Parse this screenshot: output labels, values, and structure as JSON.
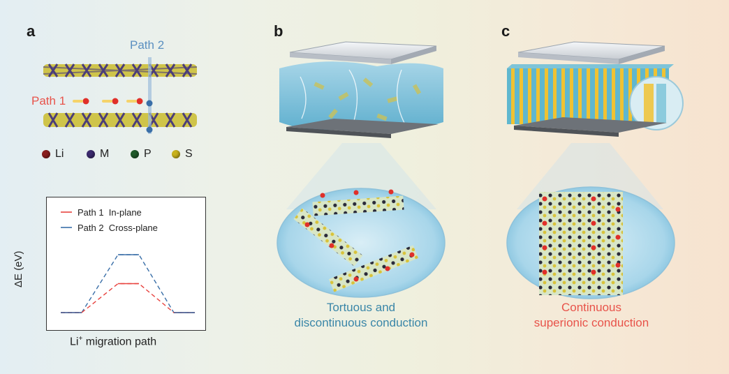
{
  "panels": {
    "a": {
      "letter": "a",
      "path1_label": "Path 1",
      "path2_label": "Path 2",
      "atoms": [
        {
          "symbol": "Li",
          "color": "#8a1e1e"
        },
        {
          "symbol": "M",
          "color": "#3b2a6e"
        },
        {
          "symbol": "P",
          "color": "#1f5a2a"
        },
        {
          "symbol": "S",
          "color": "#c8b21c"
        }
      ]
    },
    "b": {
      "letter": "b",
      "caption_line1": "Tortuous and",
      "caption_line2": "discontinuous conduction"
    },
    "c": {
      "letter": "c",
      "caption_line1": "Continuous",
      "caption_line2": "superionic conduction"
    }
  },
  "colors": {
    "path1": "#e8433f",
    "path2": "#3a6fa8",
    "caption_b": "#3a86a8",
    "caption_c": "#e8534a",
    "path2_label": "#5a8fc0",
    "path1_label": "#e8534a"
  },
  "chart_data": {
    "type": "line",
    "title": "",
    "xlabel_prefix": "Li",
    "xlabel_sup": "+",
    "xlabel_suffix": " migration path",
    "ylabel": "ΔE (eV)",
    "legend_position": "top-left",
    "grid": false,
    "series": [
      {
        "name": "Path 1  In-plane",
        "color": "#e8433f",
        "profile": [
          0,
          0,
          0.5,
          0.5,
          0,
          0
        ]
      },
      {
        "name": "Path 2  Cross-plane",
        "color": "#3a6fa8",
        "profile": [
          0,
          0,
          1,
          1,
          0,
          0
        ]
      }
    ]
  }
}
